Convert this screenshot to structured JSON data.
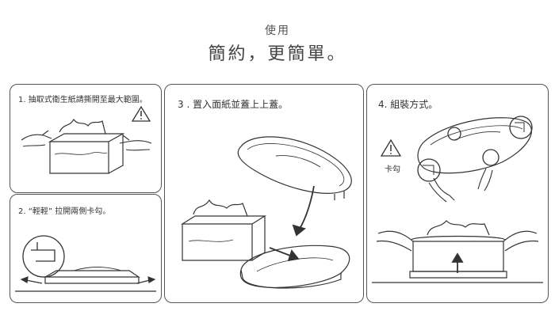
{
  "header": {
    "subtitle": "使用",
    "title": "簡約，更簡單。"
  },
  "steps": {
    "step1": "1. 抽取式衛生紙請撕開至最大範圍。",
    "step2": "2. “輕輕” 拉開兩側卡勾。",
    "step3": "3 . 置入面紙並蓋上上蓋。",
    "step4": "4. 組裝方式。"
  },
  "labels": {
    "hook": "卡勾"
  }
}
